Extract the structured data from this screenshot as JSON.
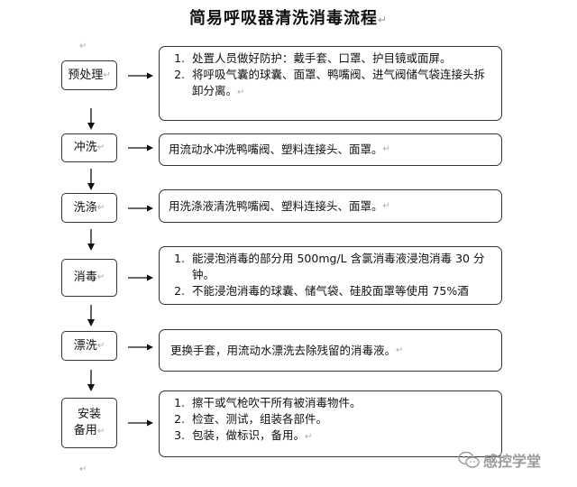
{
  "title": "简易呼吸器清洗消毒流程",
  "para_mark": "↵",
  "watermark": {
    "text": "感控学堂",
    "icon": "wechat-icon"
  },
  "stages": [
    {
      "label": "预处理",
      "label2": "",
      "items": [
        "处置人员做好防护：戴手套、口罩、护目镜或面屏。",
        "将呼吸气囊的球囊、面罩、鸭嘴阀、进气阀储气袋连接头拆卸分离。"
      ]
    },
    {
      "label": "冲洗",
      "label2": "",
      "text": "用流动水冲洗鸭嘴阀、塑料连接头、面罩。"
    },
    {
      "label": "洗涤",
      "label2": "",
      "text": "用洗涤液清洗鸭嘴阀、塑料连接头、面罩。"
    },
    {
      "label": "消毒",
      "label2": "",
      "items": [
        "能浸泡消毒的部分用 500mg/L 含氯消毒液浸泡消毒 30 分钟。",
        "不能浸泡消毒的球囊、储气袋、硅胶面罩等使用 75%酒"
      ]
    },
    {
      "label": "漂洗",
      "label2": "",
      "text": "更换手套，用流动水漂洗去除残留的消毒液。"
    },
    {
      "label": "安装",
      "label2": "备用",
      "items": [
        "擦干或气枪吹干所有被消毒物件。",
        "检查、测试，组装各部件。",
        "包装，做标识，备用。"
      ]
    }
  ]
}
